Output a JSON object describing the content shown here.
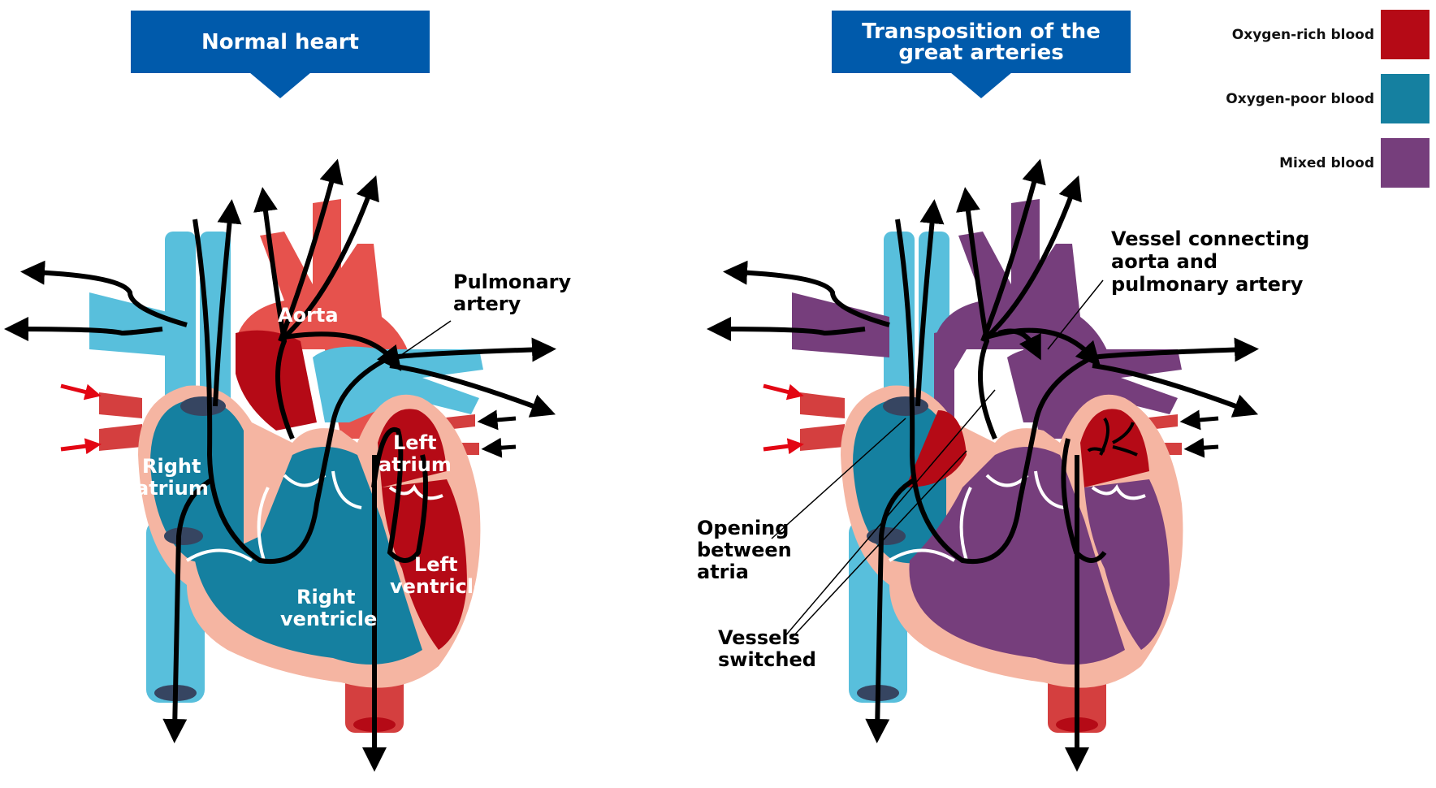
{
  "panels": {
    "normal": {
      "title": "Normal heart",
      "labels": {
        "aorta": "Aorta",
        "pulmonary_artery_l1": "Pulmonary",
        "pulmonary_artery_l2": "artery",
        "right_atrium_l1": "Right",
        "right_atrium_l2": "atrium",
        "left_atrium_l1": "Left",
        "left_atrium_l2": "atrium",
        "left_ventricle_l1": "Left",
        "left_ventricle_l2": "ventricle",
        "right_ventricle_l1": "Right",
        "right_ventricle_l2": "ventricle"
      }
    },
    "tga": {
      "title_l1": "Transposition of the",
      "title_l2": "great arteries",
      "labels": {
        "vessel_connecting_l1": "Vessel connecting",
        "vessel_connecting_l2": "aorta and",
        "vessel_connecting_l3": "pulmonary artery",
        "opening_l1": "Opening",
        "opening_l2": "between",
        "opening_l3": "atria",
        "switched_l1": "Vessels",
        "switched_l2": "switched"
      }
    }
  },
  "legend": [
    {
      "label": "Oxygen-rich blood",
      "color": "#b50a16"
    },
    {
      "label": "Oxygen-poor blood",
      "color": "#1580a0"
    },
    {
      "label": "Mixed blood",
      "color": "#763e7c"
    }
  ],
  "colors": {
    "banner": "#005aab",
    "oxygen_rich": "#b50a16",
    "oxygen_rich_light": "#e6524d",
    "oxygen_poor": "#1580a0",
    "vein_light": "#58bfdc",
    "mixed": "#763e7c",
    "heart_wall": "#f5b5a2",
    "valve_dark": "#364561",
    "inflow_red": "#d43f3f",
    "flow_arrow": "#000000",
    "inflow_arrow": "#e30613"
  }
}
